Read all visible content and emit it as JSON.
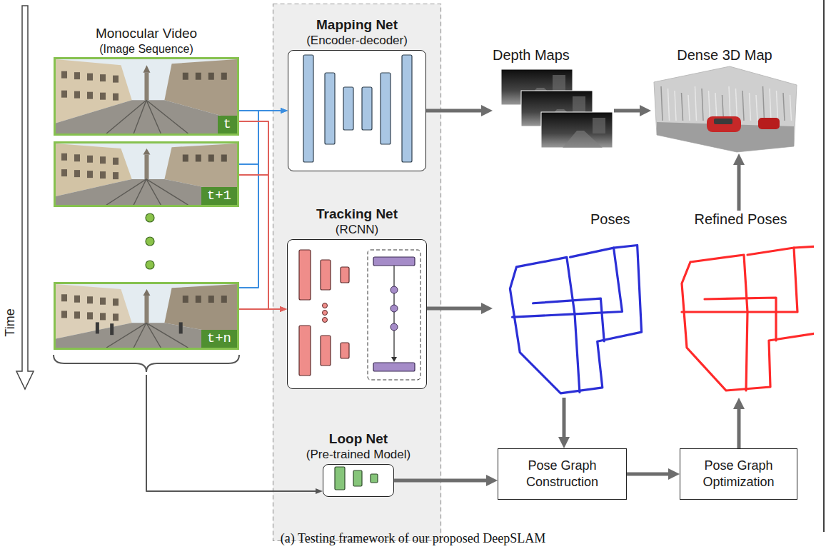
{
  "diagram": {
    "caption": "(a) Testing framework of our proposed DeepSLAM",
    "nodes": [
      {
        "text": [
          "Monocular Video",
          "(Image Sequence)"
        ]
      },
      {
        "text": [
          "t"
        ],
        "in": 0
      },
      {
        "text": [
          "t+1"
        ],
        "in": 0
      },
      {
        "text": [
          "t+n"
        ],
        "in": 0
      },
      {
        "text": [
          "Mapping Net",
          "(Encoder-decoder)"
        ]
      },
      {
        "text": [
          "Tracking Net",
          "(RCNN)"
        ]
      },
      {
        "text": [
          "Loop Net",
          "(Pre-trained Model)"
        ]
      },
      {
        "text": [
          "Depth Maps"
        ]
      },
      {
        "text": [
          "Dense 3D Map"
        ]
      },
      {
        "text": [
          "Poses"
        ]
      },
      {
        "text": [
          "Refined Poses"
        ]
      },
      {
        "text": [
          "Pose Graph Construction"
        ]
      },
      {
        "text": [
          "Pose Graph Optimization"
        ]
      }
    ],
    "edges": [
      {
        "from": 1,
        "to": 4,
        "arrow": "to"
      },
      {
        "from": 2,
        "to": 4,
        "arrow": "to"
      },
      {
        "from": 3,
        "to": 4,
        "arrow": "to"
      },
      {
        "from": 1,
        "to": 5,
        "arrow": "to"
      },
      {
        "from": 2,
        "to": 5,
        "arrow": "to"
      },
      {
        "from": 3,
        "to": 5,
        "arrow": "to"
      },
      {
        "from": 0,
        "to": 6,
        "arrow": "to"
      },
      {
        "from": 4,
        "to": 7,
        "arrow": "to"
      },
      {
        "from": 7,
        "to": 8,
        "arrow": "to"
      },
      {
        "from": 5,
        "to": 9,
        "arrow": "to"
      },
      {
        "from": 9,
        "to": 11,
        "arrow": "to"
      },
      {
        "from": 6,
        "to": 11,
        "arrow": "to"
      },
      {
        "from": 11,
        "to": 12,
        "arrow": "to"
      },
      {
        "from": 12,
        "to": 10,
        "arrow": "to"
      },
      {
        "from": 10,
        "to": 8,
        "arrow": "to"
      }
    ],
    "labels": [
      "Time"
    ]
  }
}
